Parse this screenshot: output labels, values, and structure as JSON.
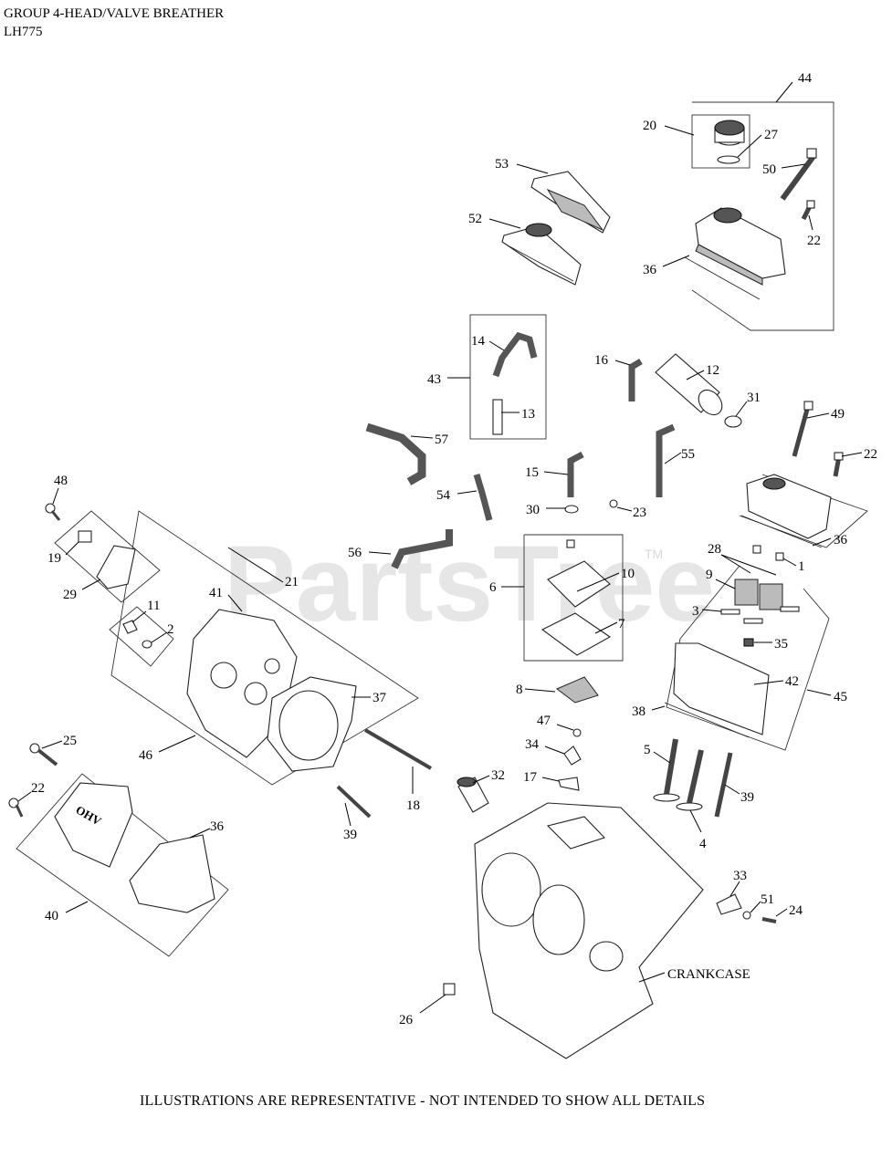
{
  "header": {
    "title_line1": "GROUP 4-HEAD/VALVE BREATHER",
    "title_line2": "LH775"
  },
  "watermark": {
    "text": "PartsTree",
    "tm": "TM"
  },
  "crankcase_label": "CRANKCASE",
  "footer": "ILLUSTRATIONS ARE REPRESENTATIVE - NOT INTENDED TO SHOW ALL DETAILS",
  "callouts": [
    "44",
    "20",
    "27",
    "50",
    "53",
    "52",
    "22",
    "36",
    "14",
    "43",
    "13",
    "16",
    "12",
    "31",
    "49",
    "57",
    "15",
    "55",
    "54",
    "30",
    "23",
    "48",
    "19",
    "21",
    "29",
    "56",
    "6",
    "10",
    "28",
    "1",
    "9",
    "3",
    "11",
    "2",
    "7",
    "41",
    "35",
    "42",
    "45",
    "37",
    "8",
    "38",
    "47",
    "25",
    "34",
    "46",
    "5",
    "32",
    "17",
    "39",
    "22",
    "39",
    "36",
    "18",
    "4",
    "33",
    "24",
    "51",
    "40",
    "26",
    "36",
    "22"
  ],
  "colors": {
    "line": "#000000",
    "watermark": "#e6e6e6"
  }
}
